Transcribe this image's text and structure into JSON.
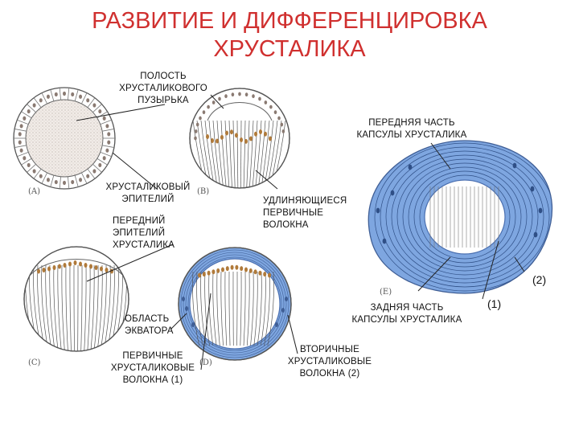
{
  "title": {
    "line1": "РАЗВИТИЕ И ДИФФЕРЕНЦИРОВКА",
    "line2": "ХРУСТАЛИКА"
  },
  "labels": {
    "cavity": "ПОЛОСТЬ\nХРУСТАЛИКОВОГО\nПУЗЫРЬКА",
    "anterior_capsule": "ПЕРЕДНЯЯ ЧАСТЬ\nКАПСУЛЫ ХРУСТАЛИКА",
    "lens_epithelium": "ХРУСТАЛИКОВЫЙ\nЭПИТЕЛИЙ",
    "anterior_epithelium": "ПЕРЕДНИЙ\nЭПИТЕЛИЙ\nХРУСТАЛИКА",
    "elongating_fibers": "УДЛИНЯЮЩИЕСЯ\nПЕРВИЧНЫЕ\nВОЛОКНА",
    "equator_region": "ОБЛАСТЬ\nЭКВАТОРА",
    "posterior_capsule": "ЗАДНЯЯ ЧАСТЬ\nКАПСУЛЫ ХРУСТАЛИКА",
    "primary_fibers": "ПЕРВИЧНЫЕ\nХРУСТАЛИКОВЫЕ\nВОЛОКНА (1)",
    "secondary_fibers": "ВТОРИЧНЫЕ\nХРУСТАЛИКОВЫЕ\nВОЛОКНА (2)"
  },
  "markers": {
    "two": "(2)",
    "one": "(1)"
  },
  "panels": {
    "a": "(A)",
    "b": "(B)",
    "c": "(C)",
    "d": "(D)",
    "e": "(E)"
  },
  "colors": {
    "title": "#d0302f",
    "fiber_blue": "#7ea6e0",
    "nucleus": "#b07a3a",
    "outline": "#444444"
  }
}
